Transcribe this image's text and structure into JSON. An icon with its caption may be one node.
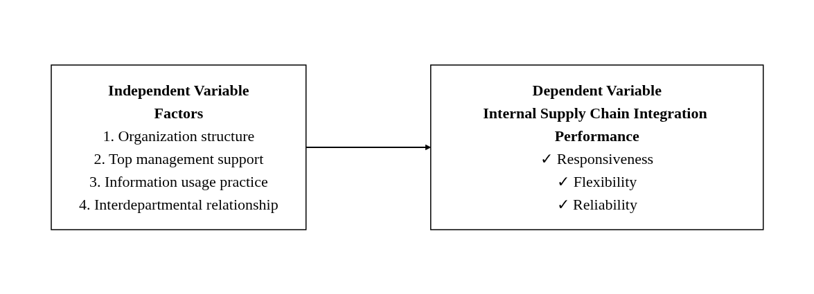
{
  "diagram": {
    "nodes": [
      {
        "text": [
          "Independent Variable",
          "Factors",
          "1. Organization structure",
          "2. Top management support",
          "3. Information usage practice",
          "4. Interdepartmental relationship"
        ]
      },
      {
        "text": [
          "Dependent Variable",
          "Internal Supply Chain Integration Performance",
          "✓ Responsiveness",
          "✓ Flexibility",
          "✓ Reliability"
        ]
      }
    ],
    "edges": [
      {
        "from": 0,
        "to": 1,
        "arrow": "to"
      }
    ]
  }
}
